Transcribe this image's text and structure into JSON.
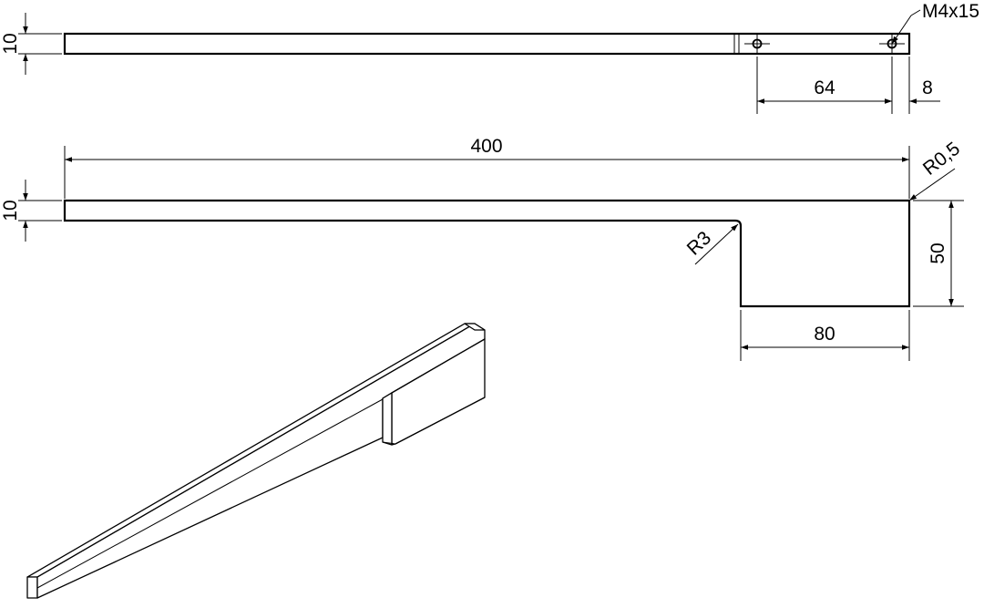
{
  "drawing": {
    "top_view": {
      "height_dim": "10",
      "thread_callout": "M4x15",
      "hole_spacing_dim": "64",
      "edge_offset_dim": "8"
    },
    "front_view": {
      "length_dim": "400",
      "height_dim": "10",
      "corner_radius_dim": "R0,5",
      "inner_radius_dim": "R3",
      "tab_height_dim": "50",
      "tab_width_dim": "80"
    },
    "iso_view": {}
  }
}
